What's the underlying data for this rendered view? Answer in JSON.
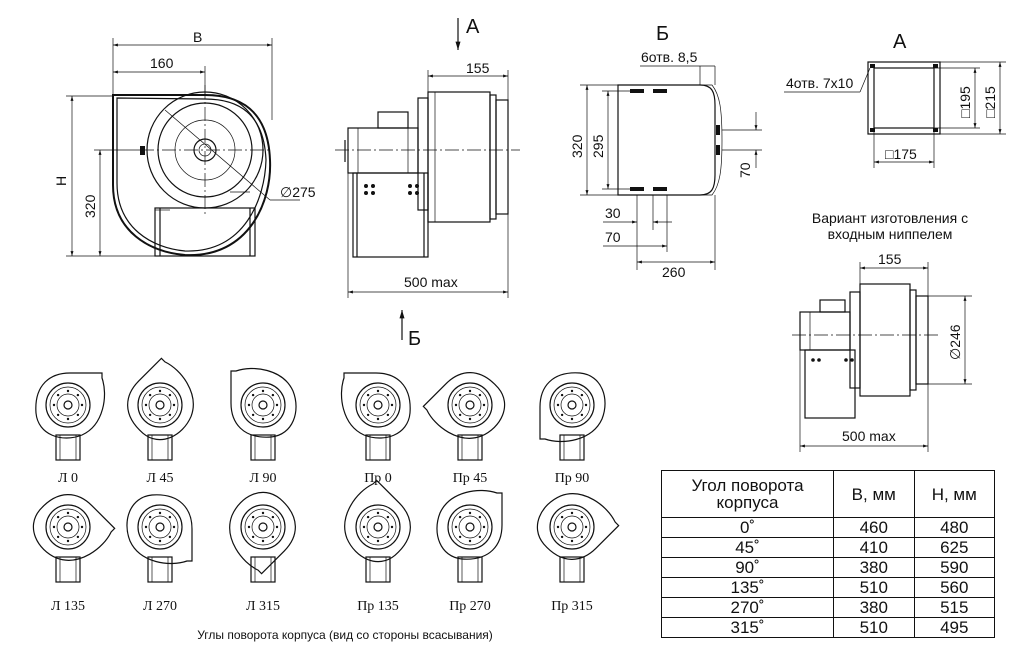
{
  "dimensions": {
    "B": "B",
    "H": "H",
    "d160": "160",
    "d320": "320",
    "phi275": "∅275",
    "d155": "155",
    "d500max": "500 max",
    "d6holes": "6отв. 8,5",
    "d320b": "320",
    "d295": "295",
    "d70v": "70",
    "d30": "30",
    "d70h": "70",
    "d260": "260",
    "d4holes": "4отв. 7х10",
    "d195": "□195",
    "d215": "□215",
    "d175": "□175",
    "d155n": "155",
    "phi246": "∅246",
    "d500maxn": "500 max"
  },
  "views": {
    "arrow_a": "А",
    "arrow_b": "Б",
    "label_b": "Б",
    "label_a": "А"
  },
  "variant_caption": "Вариант изготовления с входным ниппелем",
  "angle_labels": [
    "Л 0",
    "Л 45",
    "Л 90",
    "Пр 0",
    "Пр 45",
    "Пр 90",
    "Л 135",
    "Л 270",
    "Л 315",
    "Пр 135",
    "Пр 270",
    "Пр 315"
  ],
  "angles_caption": "Углы поворота корпуса (вид со стороны всасывания)",
  "table": {
    "headers": [
      "Угол поворота корпуса",
      "B, мм",
      "H, мм"
    ],
    "rows": [
      [
        "0˚",
        "460",
        "480"
      ],
      [
        "45˚",
        "410",
        "625"
      ],
      [
        "90˚",
        "380",
        "590"
      ],
      [
        "135˚",
        "510",
        "560"
      ],
      [
        "270˚",
        "380",
        "515"
      ],
      [
        "315˚",
        "510",
        "495"
      ]
    ]
  }
}
